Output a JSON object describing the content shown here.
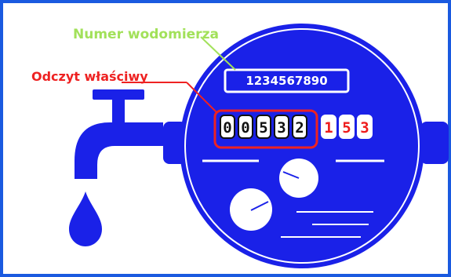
{
  "labels": {
    "meter_number_title": "Numer wodomierza",
    "reading_title": "Odczyt właściwy"
  },
  "meter": {
    "serial_number": "1234567890",
    "main_digits": [
      "0",
      "0",
      "5",
      "3",
      "2"
    ],
    "fraction_digits": [
      "1",
      "5",
      "3"
    ]
  },
  "colors": {
    "meter_blue": "#1a21e8",
    "border_blue": "#1a5ae0",
    "label_green": "#a2e15a",
    "label_red": "#ee2222"
  }
}
